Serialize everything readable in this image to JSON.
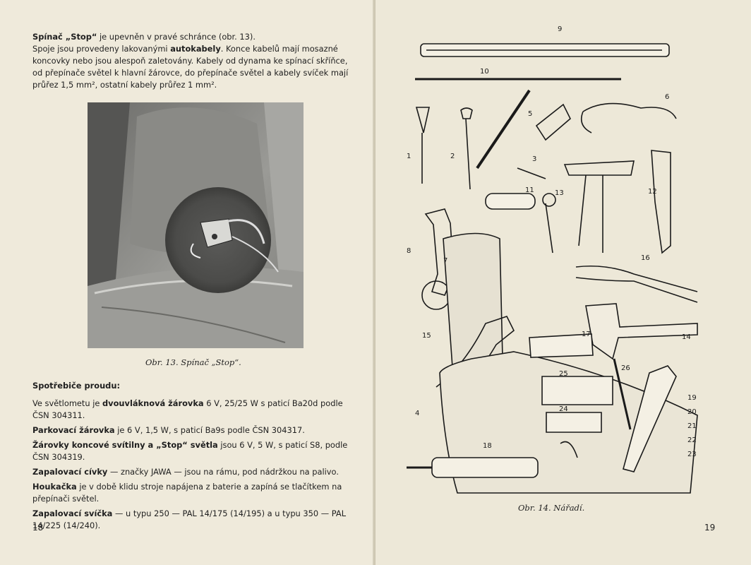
{
  "left": {
    "p1_a": "Spínač „Stop“",
    "p1_b": " je upevněn v pravé schránce (obr. 13).",
    "p2_a": "Spoje jsou provedeny lakovanými ",
    "p2_b": "autokabely",
    "p2_c": ". Konce kabelů mají mosazné koncovky nebo jsou alespoň zaletovány. Kabely od dynama ke spínací skříňce, od přepínače světel k hlavní žárovce, do přepínače světel a kabely svíček mají průřez 1,5 mm², ostatní kabely průřez 1 mm².",
    "figure_caption": "Obr. 13. Spínač „Stop“.",
    "heading": "Spotřebiče proudu:",
    "i1_a": "Ve světlometu je ",
    "i1_b": "dvouvláknová žárovka",
    "i1_c": " 6 V, 25/25 W s paticí Ba20d podle ČSN 304311.",
    "i2_a": "Parkovací žárovka",
    "i2_b": " je 6 V, 1,5 W, s paticí Ba9s podle ČSN 304317.",
    "i3_a": "Žárovky koncové svítilny a „Stop“ světla",
    "i3_b": " jsou 6 V, 5 W, s paticí S8, podle ČSN 304319.",
    "i4_a": "Zapalovací cívky",
    "i4_b": " — značky JAWA — jsou na rámu, pod nádržkou na palivo.",
    "i5_a": "Houkačka",
    "i5_b": " je v době klidu stroje napájena z baterie a zapíná se tlačítkem na přepínači světel.",
    "i6_a": "Zapalovací svíčka",
    "i6_b": " — u typu 250 — PAL 14/175 (14/195) a u typu 350 — PAL 14/225 (14/240).",
    "page_number": "18"
  },
  "right": {
    "figure_caption": "Obr. 14. Nářadí.",
    "page_number": "19",
    "labels": [
      "9",
      "10",
      "5",
      "6",
      "1",
      "2",
      "3",
      "11",
      "13",
      "12",
      "8",
      "7",
      "16",
      "15",
      "17",
      "14",
      "26",
      "25",
      "19",
      "20",
      "24",
      "21",
      "22",
      "23",
      "4",
      "18"
    ]
  }
}
